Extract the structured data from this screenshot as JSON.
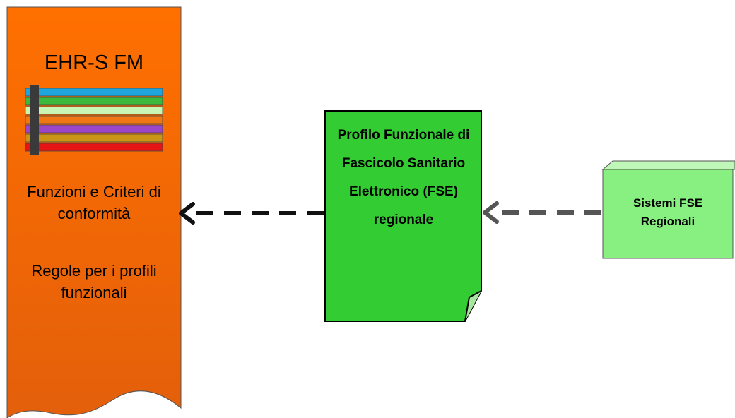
{
  "ehr_panel": {
    "title": "EHR-S FM",
    "functions_text": "Funzioni e Criteri di conformità",
    "rules_text": "Regole per i profili funzionali",
    "stripe_colors": [
      "#1ea6dc",
      "#3cb93c",
      "#c8f5b4",
      "#f07814",
      "#9b46c8",
      "#c89614",
      "#e61414"
    ],
    "gradient_top": "#ff7000",
    "gradient_bottom": "#e35f0a"
  },
  "fse_document": {
    "label": "Profilo Funzionale di Fascicolo Sanitario Elettronico (FSE) regionale",
    "fill": "#33cc33"
  },
  "regional_systems": {
    "label": "Sistemi FSE Regionali",
    "fill": "#88f080"
  },
  "connectors": [
    {
      "from": "fse_document",
      "to": "ehr_panel",
      "style": "dashed",
      "color": "#111111"
    },
    {
      "from": "regional_systems",
      "to": "fse_document",
      "style": "dashed",
      "color": "#555555"
    }
  ]
}
